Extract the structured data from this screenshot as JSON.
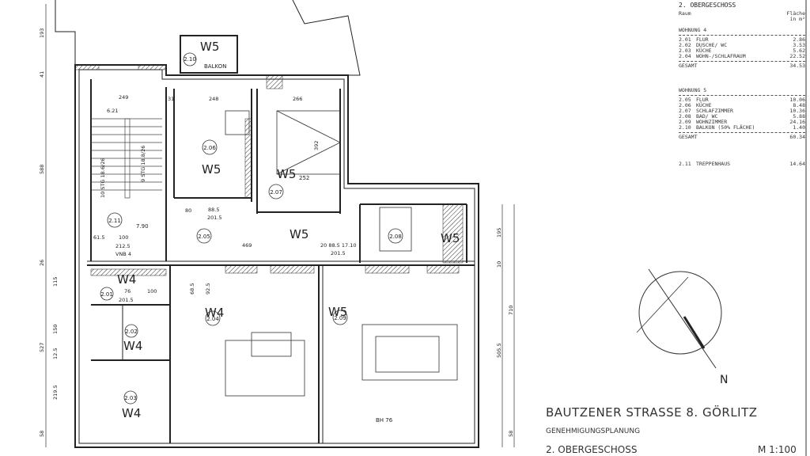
{
  "schedule": {
    "header": "2. OBERGESCHOSS",
    "col_room": "Raum",
    "col_area": "Fläche in m²",
    "groups": [
      {
        "title": "WOHNUNG 4",
        "rows": [
          {
            "no": "2.01",
            "name": "FLUR",
            "area": "2.86"
          },
          {
            "no": "2.02",
            "name": "DUSCHE/ WC",
            "area": "3.53"
          },
          {
            "no": "2.03",
            "name": "KÜCHE",
            "area": "5.62"
          },
          {
            "no": "2.04",
            "name": "WOHN-/SCHLAFRAUM",
            "area": "22.52"
          }
        ],
        "total_label": "GESAMT",
        "total": "34.53"
      },
      {
        "title": "WOHNUNG 5",
        "rows": [
          {
            "no": "2.05",
            "name": "FLUR",
            "area": "10.06"
          },
          {
            "no": "2.06",
            "name": "KÜCHE",
            "area": "8.48"
          },
          {
            "no": "2.07",
            "name": "SCHLAFZIMMER",
            "area": "10.36"
          },
          {
            "no": "2.08",
            "name": "BAD/ WC",
            "area": "5.88"
          },
          {
            "no": "2.09",
            "name": "WOHNZIMMER",
            "area": "24.16"
          },
          {
            "no": "2.10",
            "name": "BALKON (50% FLÄCHE)",
            "area": "1.40"
          }
        ],
        "total_label": "GESAMT",
        "total": "60.34"
      }
    ],
    "extra": {
      "no": "2.11",
      "name": "TREPPENHAUS",
      "area": "14.64"
    }
  },
  "title_block": {
    "address": "BAUTZENER STRASSE 8. GÖRLITZ",
    "phase": "GENEHMIGUNGSPLANUNG",
    "floor": "2. OBERGESCHOSS",
    "scale": "M 1:100"
  },
  "compass": {
    "north": "N"
  },
  "rooms": [
    {
      "unit": "W5",
      "no": "2.10",
      "extra": "BALKON"
    },
    {
      "unit": "W5",
      "no": "2.06"
    },
    {
      "unit": "W5",
      "no": "2.07",
      "extra": "252"
    },
    {
      "unit": "W5",
      "no": "2.05"
    },
    {
      "unit": "W5",
      "no": "2.08"
    },
    {
      "unit": "W5",
      "no": "2.09",
      "extra": "BH 76"
    },
    {
      "unit": "W4",
      "no": "2.01"
    },
    {
      "unit": "W4",
      "no": "2.02"
    },
    {
      "unit": "W4",
      "no": "2.03"
    },
    {
      "unit": "W4",
      "no": "2.04"
    },
    {
      "unit": "",
      "no": "2.11",
      "extra": "7.90"
    }
  ],
  "dimensions": {
    "left": [
      "193",
      "41",
      "588",
      "26",
      "115",
      "150",
      "527",
      "12.5",
      "219.5",
      "58"
    ],
    "right": [
      "195",
      "10",
      "505.5",
      "710",
      "58"
    ],
    "inner": [
      "249",
      "248",
      "266",
      "31",
      "6.21",
      "61.5",
      "100",
      "212.5",
      "VNB 4",
      "80",
      "88.5",
      "201.5",
      "392",
      "469",
      "10 STG 18.6/26",
      "9 STG 18.8/26",
      "76",
      "201.5",
      "100",
      "88.5",
      "20 88.5 17.10",
      "201.5",
      "68.5",
      "92.5"
    ]
  }
}
